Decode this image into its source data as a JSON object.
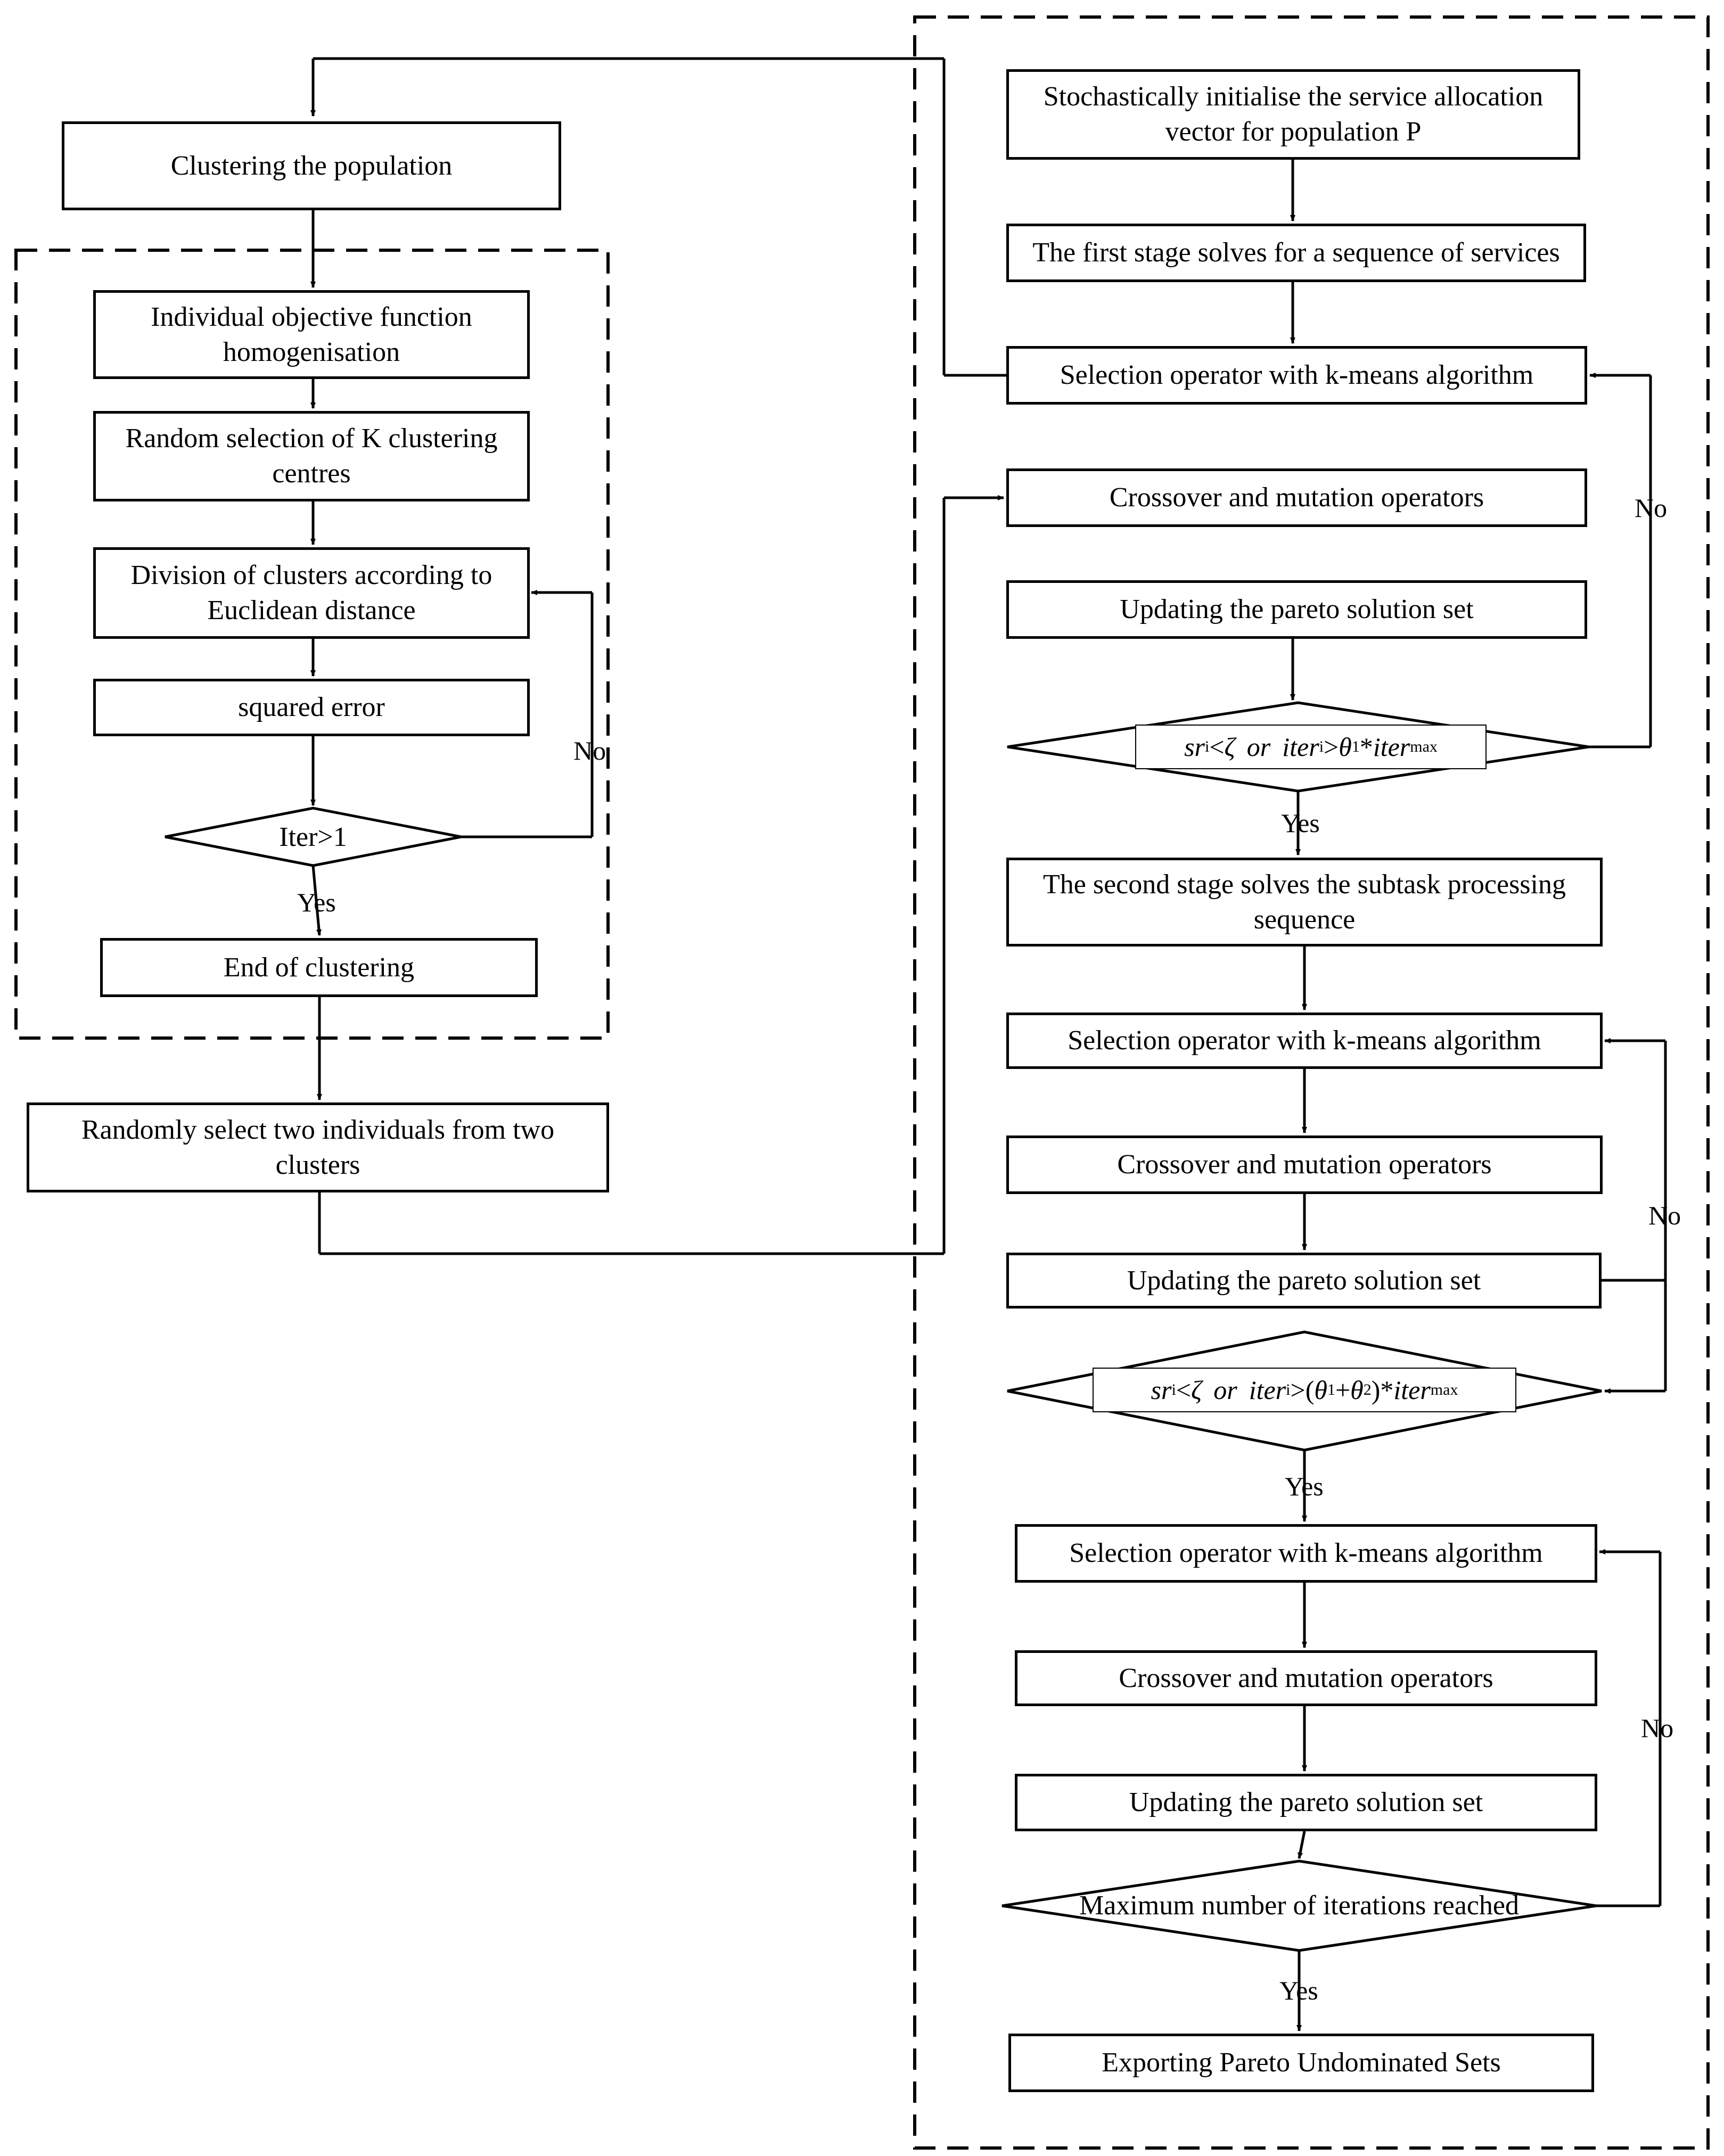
{
  "left": {
    "cluster_population": "Clustering the population",
    "homogenisation": "Individual objective function\nhomogenisation",
    "random_centres": "Random selection of K clustering\ncentres",
    "division": "Division of clusters according to\nEuclidean distance",
    "squared_error": "squared error",
    "iter_check": "Iter>1",
    "end_clustering": "End of clustering",
    "random_select": "Randomly select two individuals from two\nclusters",
    "no_label": "No",
    "yes_label": "Yes"
  },
  "right": {
    "init": "Stochastically initialise the service allocation\nvector for population P",
    "first_stage": "The first stage solves for a sequence of services",
    "selection_label": "Selection operator with k-means algorithm",
    "crossover_label": "Crossover and mutation operators",
    "pareto_label": "Updating the pareto solution set",
    "second_stage": "The second stage solves the subtask processing\nsequence",
    "max_iter": "Maximum number of iterations reached",
    "export": "Exporting Pareto Undominated Sets",
    "no_label": "No",
    "yes_label": "Yes",
    "cond1": {
      "var_sr": "sr",
      "sub_i": "i",
      "lt": "<",
      "zeta": "ζ",
      "or": "or",
      "var_iter": "iter",
      "gt": ">",
      "theta": "θ",
      "sub_1": "1",
      "times": "*",
      "sub_max": "max"
    },
    "cond2": {
      "var_sr": "sr",
      "sub_i": "i",
      "lt": "<",
      "zeta": "ζ",
      "or": "or",
      "var_iter": "iter",
      "gt": ">",
      "lparen": "(",
      "theta1": "θ",
      "sub_1": "1",
      "plus": "+",
      "theta2": "θ",
      "sub_2": "2",
      "rparen": ")",
      "times": "*",
      "sub_max": "max"
    }
  }
}
